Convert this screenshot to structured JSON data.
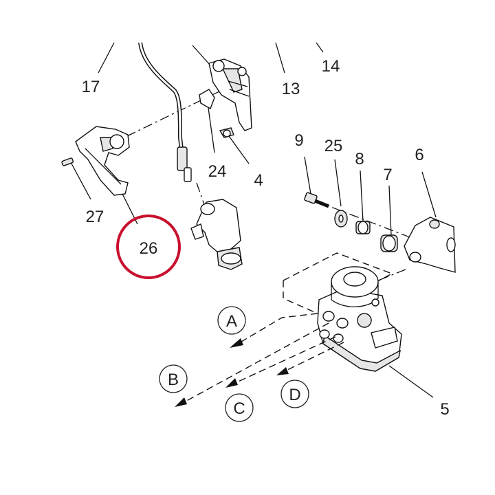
{
  "diagram": {
    "callouts": [
      {
        "id": "17",
        "label": "17"
      },
      {
        "id": "13",
        "label": "13"
      },
      {
        "id": "14",
        "label": "14"
      },
      {
        "id": "24",
        "label": "24"
      },
      {
        "id": "4",
        "label": "4"
      },
      {
        "id": "27",
        "label": "27"
      },
      {
        "id": "26",
        "label": "26"
      },
      {
        "id": "9",
        "label": "9"
      },
      {
        "id": "25",
        "label": "25"
      },
      {
        "id": "8",
        "label": "8"
      },
      {
        "id": "7",
        "label": "7"
      },
      {
        "id": "6",
        "label": "6"
      },
      {
        "id": "5",
        "label": "5"
      }
    ],
    "flow_markers": [
      {
        "id": "A",
        "label": "A"
      },
      {
        "id": "B",
        "label": "B"
      },
      {
        "id": "C",
        "label": "C"
      },
      {
        "id": "D",
        "label": "D"
      }
    ],
    "highlight": {
      "target": "26",
      "color": "#c8102e"
    },
    "colors": {
      "line": "#111111",
      "shade": "#e6e6e6",
      "highlight": "#c8102e"
    }
  }
}
